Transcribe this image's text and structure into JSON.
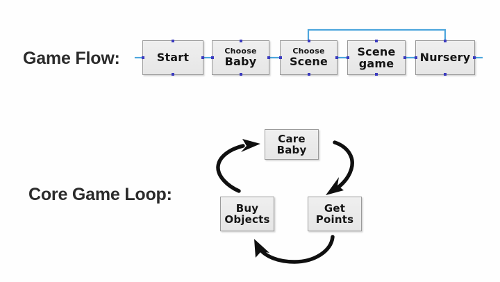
{
  "diagram": {
    "background_color": "#fefefe",
    "node_fill": "#e9e9e9",
    "node_border": "#9a9a9a",
    "connector_color": "#4da6dd",
    "arrow_color": "#101010",
    "handle_color": "#3b3bbf"
  },
  "sections": {
    "game_flow": {
      "label": "Game Flow:",
      "nodes": [
        {
          "id": "start",
          "line1": "",
          "line2": "Start"
        },
        {
          "id": "choose-baby",
          "line1": "Choose",
          "line2": "Baby"
        },
        {
          "id": "choose-scene",
          "line1": "Choose",
          "line2": "Scene"
        },
        {
          "id": "scene-game",
          "line1": "Scene",
          "line2": "game"
        },
        {
          "id": "nursery",
          "line1": "",
          "line2": "Nursery"
        }
      ]
    },
    "core_game_loop": {
      "label": "Core Game Loop:",
      "nodes": [
        {
          "id": "care-baby",
          "line1": "Care",
          "line2": "Baby"
        },
        {
          "id": "get-points",
          "line1": "Get",
          "line2": "Points"
        },
        {
          "id": "buy-objects",
          "line1": "Buy",
          "line2": "Objects"
        }
      ]
    }
  }
}
